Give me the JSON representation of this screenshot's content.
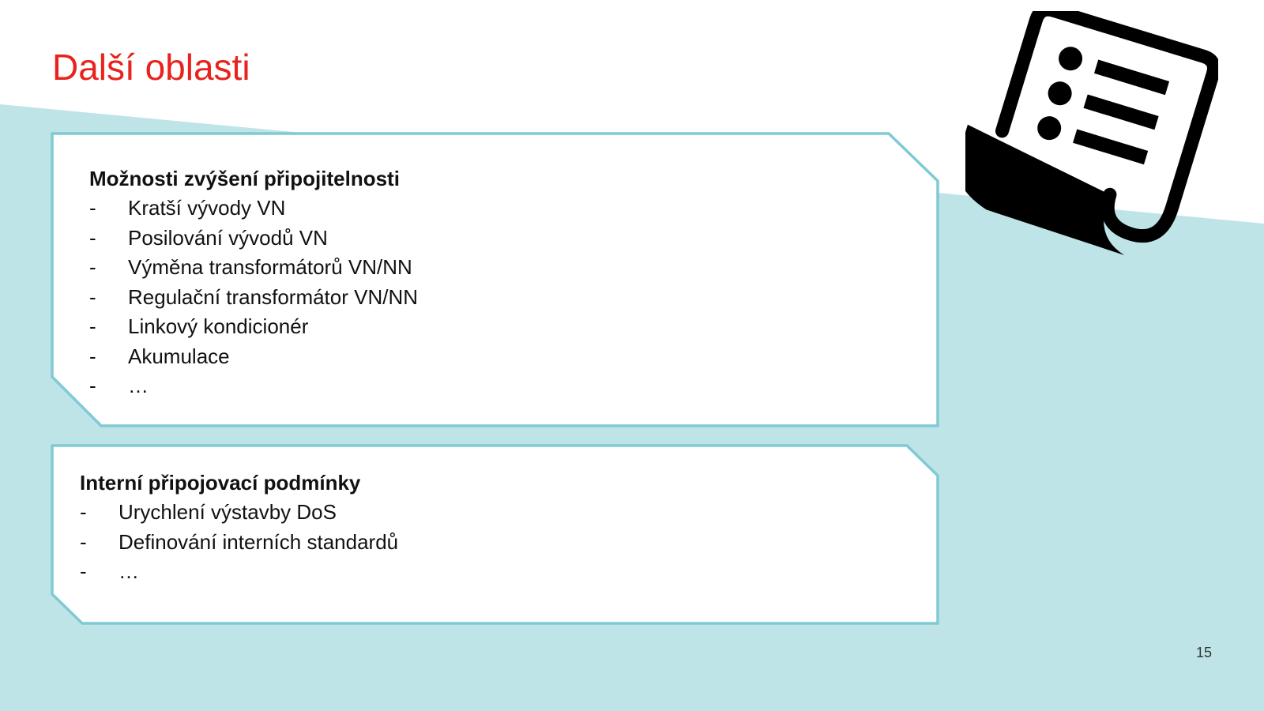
{
  "slide": {
    "title": "Další oblasti",
    "page_number": "15",
    "accent_color": "#e8231c",
    "band_color": "#bfe4e8",
    "border_color": "#7fcad3"
  },
  "panel_1": {
    "heading": "Možnosti zvýšení připojitelnosti",
    "items": [
      "Kratší vývody VN",
      "Posilování vývodů VN",
      "Výměna transformátorů VN/NN",
      "Regulační transformátor VN/NN",
      "Linkový kondicionér",
      "Akumulace",
      "…"
    ]
  },
  "panel_2": {
    "heading": "Interní připojovací podmínky",
    "items": [
      "Urychlení výstavby DoS",
      "Definování interních standardů",
      "…"
    ]
  },
  "bullet_marker": "-",
  "icon": "checklist-document-icon"
}
